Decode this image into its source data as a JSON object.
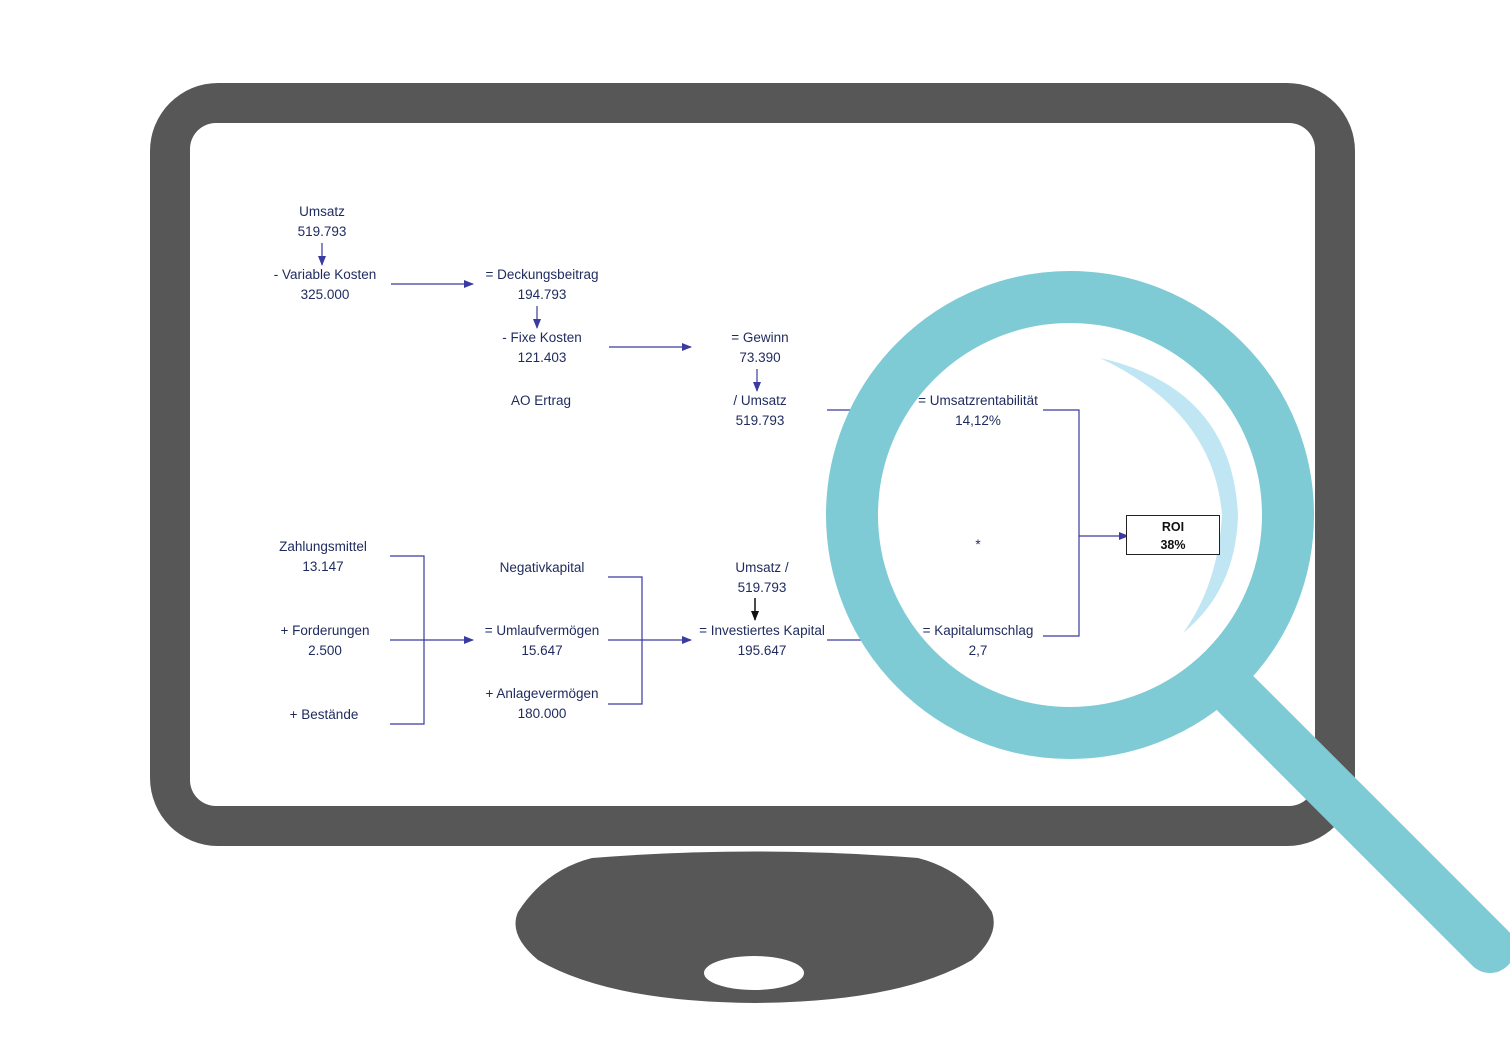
{
  "colors": {
    "monitor": "#575757",
    "screen": "#ffffff",
    "magnifier": "#7ecad5",
    "highlight": "#bfe6f2",
    "line": "#3b3aa0",
    "text": "#1e2a5e"
  },
  "icons": [
    "monitor-icon",
    "magnifier-icon"
  ],
  "nodes": {
    "umsatz": {
      "label": "Umsatz",
      "value": "519.793"
    },
    "variable_kosten": {
      "label": "- Variable Kosten",
      "value": "325.000"
    },
    "deckungsbeitrag": {
      "label": "= Deckungsbeitrag",
      "value": "194.793"
    },
    "fixe_kosten": {
      "label": "- Fixe Kosten",
      "value": "121.403"
    },
    "ao_ertrag": {
      "label": "AO Ertrag"
    },
    "gewinn": {
      "label": "= Gewinn",
      "value": "73.390"
    },
    "umsatz_div": {
      "label": "/ Umsatz",
      "value": "519.793"
    },
    "umsatzrentabilitaet": {
      "label": "= Umsatzrentabilität",
      "value": "14,12%"
    },
    "multiply": {
      "label": "*"
    },
    "roi": {
      "label": "ROI",
      "value": "38%"
    },
    "zahlungsmittel": {
      "label": "Zahlungsmittel",
      "value": "13.147"
    },
    "forderungen": {
      "label": "+ Forderungen",
      "value": "2.500"
    },
    "bestaende": {
      "label": "+ Bestände"
    },
    "negativkapital": {
      "label": "Negativkapital"
    },
    "umlaufvermoegen": {
      "label": "= Umlaufvermögen",
      "value": "15.647"
    },
    "anlagevermoegen": {
      "label": "+ Anlagevermögen",
      "value": "180.000"
    },
    "umsatz_slash": {
      "label": "Umsatz /",
      "value": "519.793"
    },
    "investiertes_kapital": {
      "label": "= Investiertes Kapital",
      "value": "195.647"
    },
    "kapitalumschlag": {
      "label": "= Kapitalumschlag",
      "value": "2,7"
    }
  }
}
